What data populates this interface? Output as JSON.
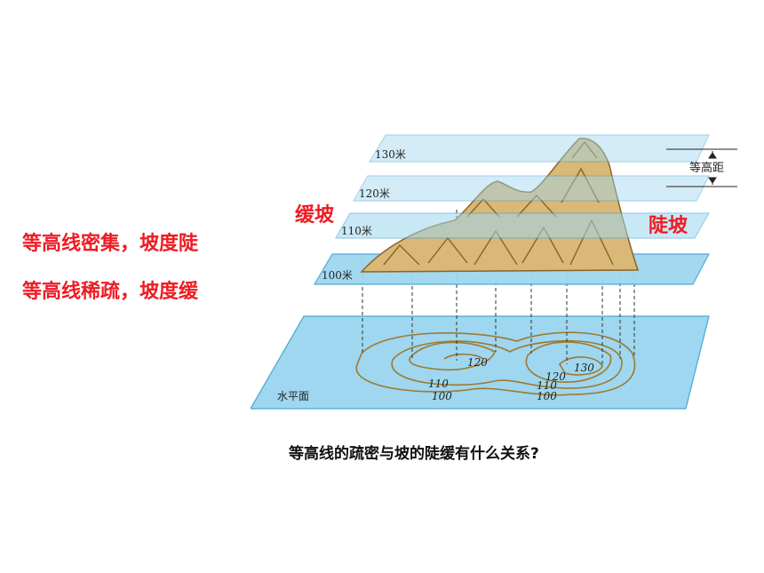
{
  "slide": {
    "left_text_1": "等高线密集，坡度陡",
    "left_text_2": "等高线稀疏，坡度缓",
    "question": "等高线的疏密与坡的陡缓有什么关系?"
  },
  "diagram": {
    "slope_gentle_label": "缓坡",
    "slope_steep_label": "陡坡",
    "planes": {
      "p130": "130米",
      "p120": "120米",
      "p110": "110米",
      "p100": "100米",
      "water": "水平面"
    },
    "contour_interval_label": "等高距",
    "contour_labels": {
      "c120_left": "120",
      "c120_right": "120",
      "c130": "130",
      "c110_left": "110",
      "c110_right": "110",
      "c100_left": "100",
      "c100_right": "100"
    },
    "colors": {
      "plane_fill": "#9ed7ef",
      "plane_stroke": "#4aa6d2",
      "mountain": "#b48a3c",
      "label_red": "#ee1c24"
    }
  }
}
